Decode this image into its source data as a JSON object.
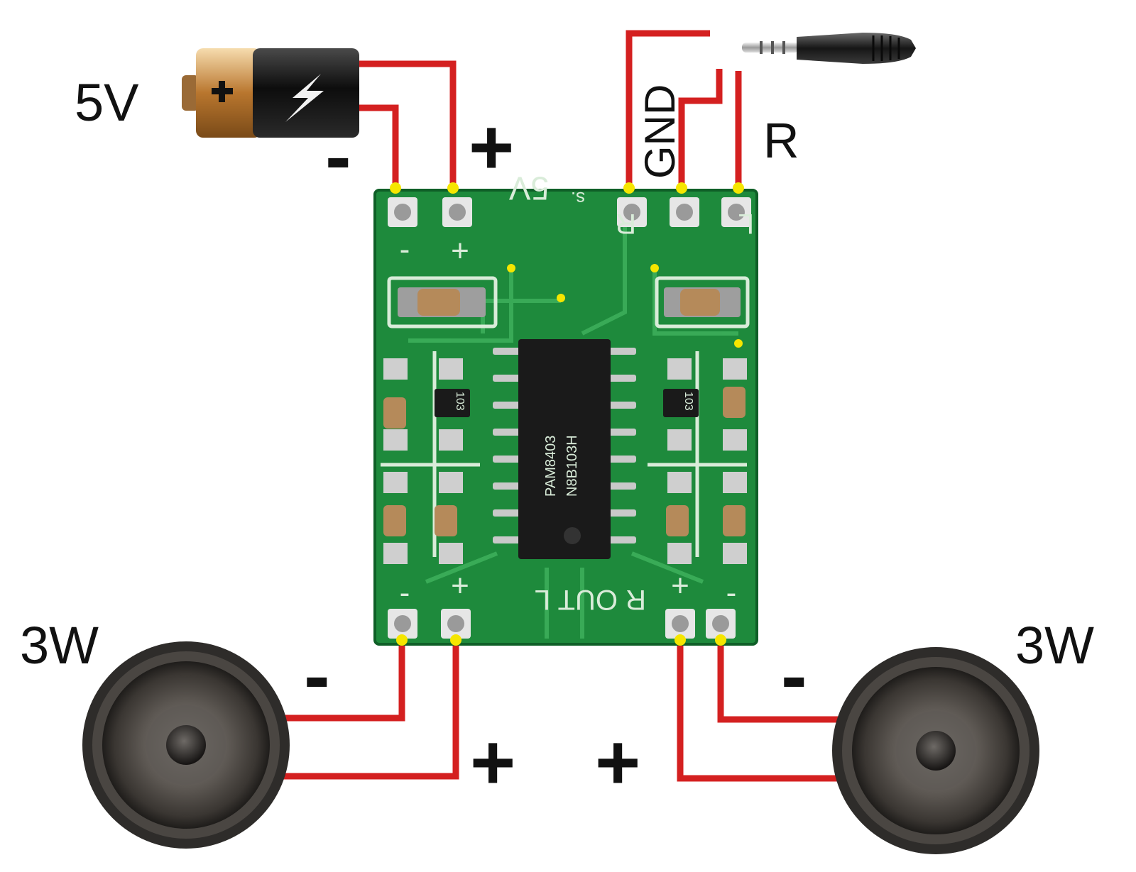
{
  "labels": {
    "supply_voltage": "5V",
    "battery_minus": "-",
    "battery_plus": "+",
    "gnd": "GND",
    "right_channel": "R",
    "left_speaker_power": "3W",
    "right_speaker_power": "3W",
    "left_speaker_minus": "-",
    "left_speaker_plus": "+",
    "right_speaker_plus": "+",
    "right_speaker_minus": "-"
  },
  "pcb": {
    "silk_5v": "5V",
    "silk_s": "s.",
    "silk_r_in": "R",
    "silk_l_in": "L",
    "silk_out": "R OUT L",
    "silk_minus_top": "-",
    "silk_plus_top": "+",
    "silk_minus_bl": "-",
    "silk_plus_bl": "+",
    "silk_plus_br": "+",
    "silk_minus_br": "-",
    "resistor_code_left": "103",
    "resistor_code_right": "103",
    "chip_marking_1": "PAM8403",
    "chip_marking_2": "N8B103H"
  },
  "colors": {
    "wire": "#d42020",
    "pcb": "#1e8a3c",
    "pad": "#c9c9c9",
    "pad_marker": "#f5e600",
    "chip": "#1a1a1a"
  }
}
